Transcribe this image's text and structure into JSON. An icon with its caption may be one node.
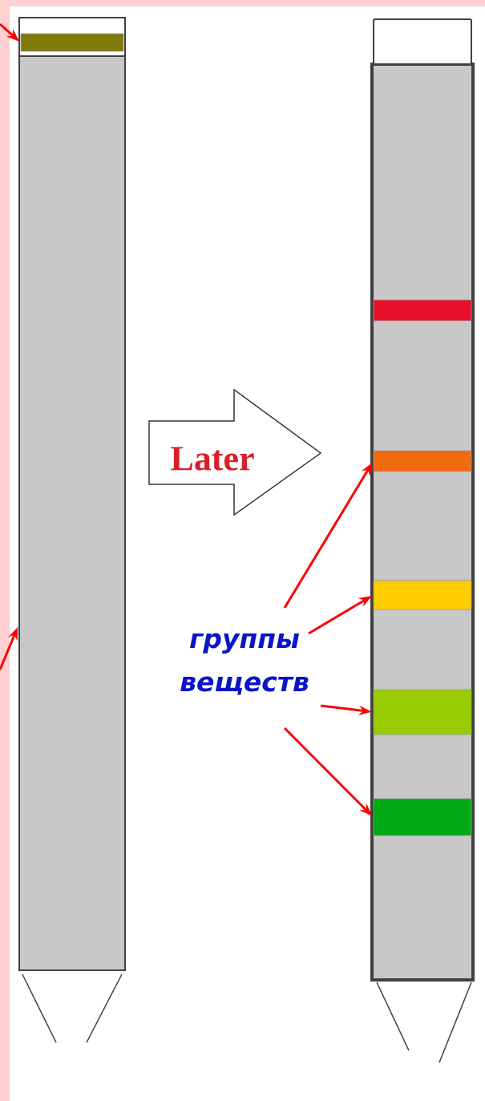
{
  "diagram": {
    "nodes": [
      {
        "text": [],
        "shape": "box"
      },
      {
        "text": [],
        "shape": "bar",
        "in": 0
      },
      {
        "text": [
          "Later"
        ]
      },
      {
        "text": [],
        "shape": "box"
      },
      {
        "text": [],
        "shape": "bar",
        "in": 3
      },
      {
        "text": [],
        "shape": "bar",
        "in": 3
      },
      {
        "text": [],
        "shape": "bar",
        "in": 3
      },
      {
        "text": [],
        "shape": "bar",
        "in": 3
      },
      {
        "text": [],
        "shape": "bar",
        "in": 3
      },
      {
        "text": [
          "группы веществ"
        ]
      }
    ],
    "edges": [
      {
        "from": null,
        "to": 1,
        "arrow": "to"
      },
      {
        "from": null,
        "to": 0,
        "arrow": "to"
      },
      {
        "from": 9,
        "to": 5,
        "arrow": "to"
      },
      {
        "from": 9,
        "to": 6,
        "arrow": "to"
      },
      {
        "from": 9,
        "to": 7,
        "arrow": "to"
      },
      {
        "from": 9,
        "to": 8,
        "arrow": "to"
      }
    ]
  }
}
